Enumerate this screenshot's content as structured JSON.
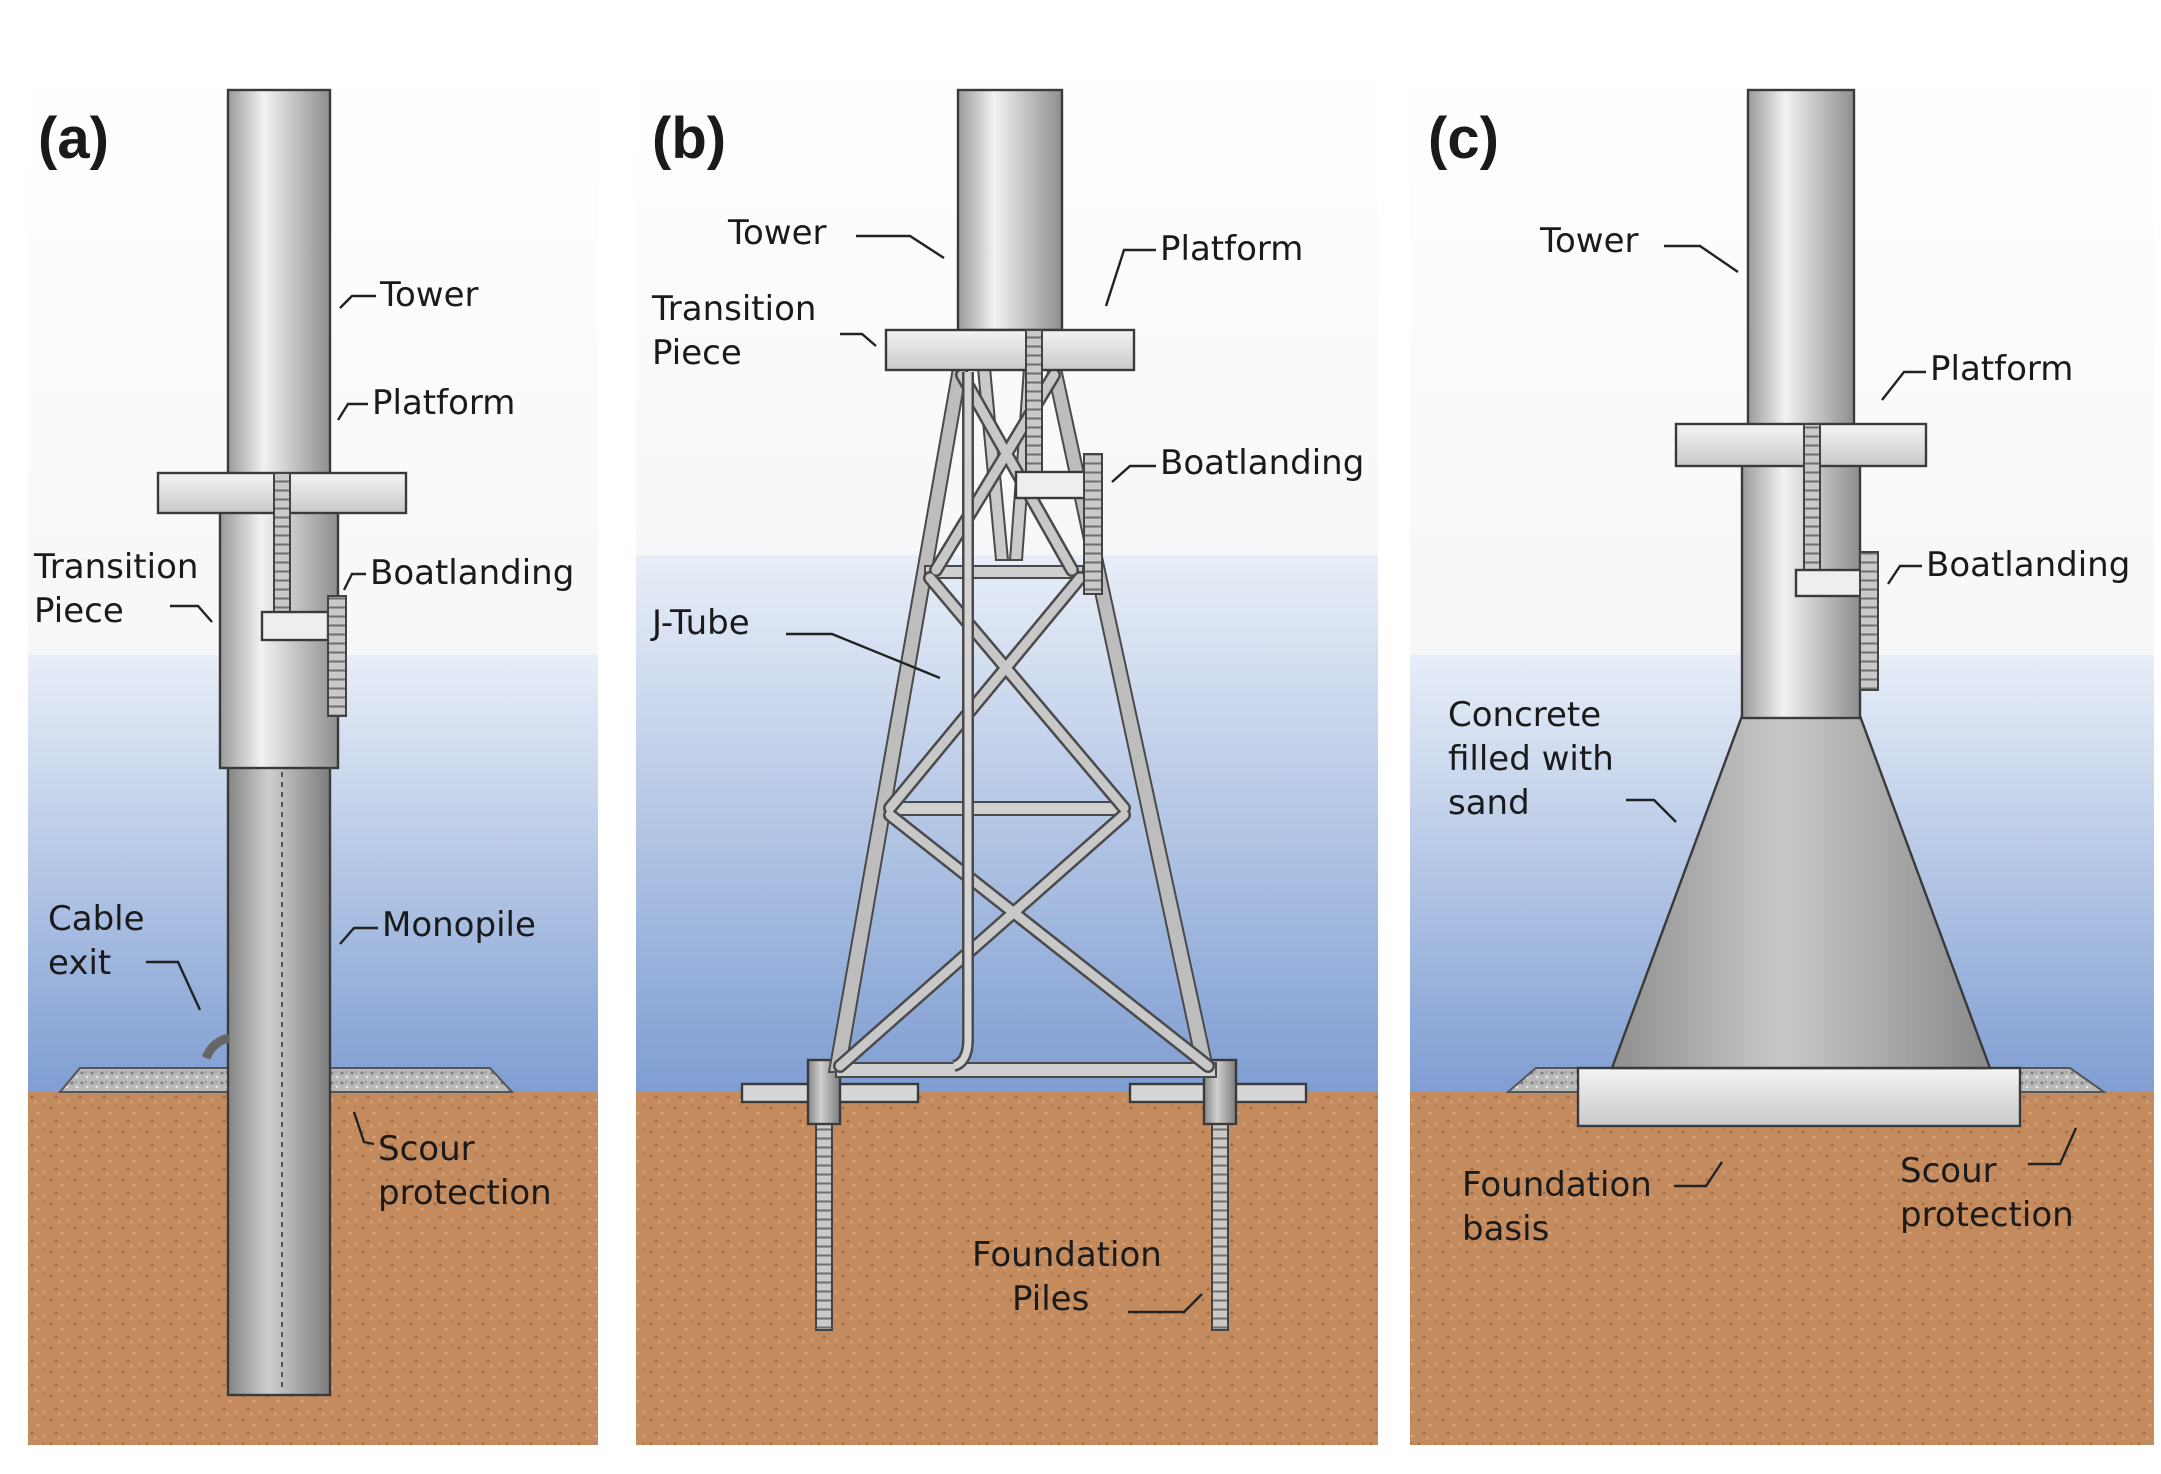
{
  "panels": [
    {
      "letter": "(a)",
      "labels": {
        "tower": "Tower",
        "platform": "Platform",
        "transition_1": "Transition",
        "transition_2": "Piece",
        "boatlanding": "Boatlanding",
        "cable_1": "Cable",
        "cable_2": "exit",
        "monopile": "Monopile",
        "scour_1": "Scour",
        "scour_2": "protection"
      }
    },
    {
      "letter": "(b)",
      "labels": {
        "tower": "Tower",
        "platform": "Platform",
        "transition_1": "Transition",
        "transition_2": "Piece",
        "boatlanding": "Boatlanding",
        "jtube": "J-Tube",
        "piles_1": "Foundation",
        "piles_2": "Piles"
      }
    },
    {
      "letter": "(c)",
      "labels": {
        "tower": "Tower",
        "platform": "Platform",
        "boatlanding": "Boatlanding",
        "concrete_1": "Concrete",
        "concrete_2": "filled with",
        "concrete_3": "sand",
        "basis_1": "Foundation",
        "basis_2": "basis",
        "scour_1": "Scour",
        "scour_2": "protection"
      }
    }
  ],
  "colors": {
    "water_top": "#e9eef8",
    "water_bottom": "#7f9ed3",
    "seabed": "#c28a5c",
    "steel_light": "#eeeeee",
    "steel_dark": "#8c8c8c"
  }
}
